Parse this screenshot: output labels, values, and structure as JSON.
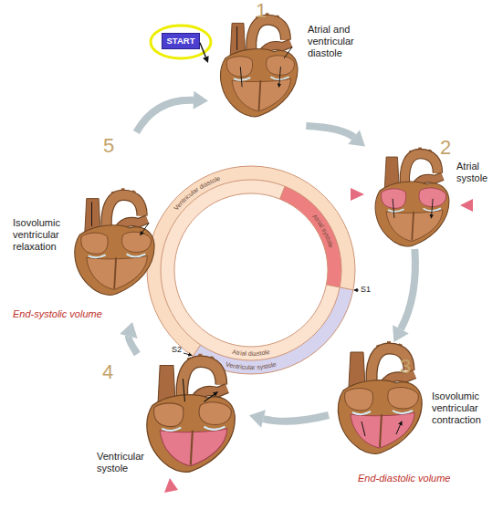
{
  "diagram": {
    "nodes": [
      {
        "text": [
          "START"
        ]
      },
      {
        "text": [
          "1",
          "Atrial and ventricular diastole"
        ]
      },
      {
        "text": [
          "2",
          "Atrial systole"
        ]
      },
      {
        "text": [
          "3",
          "Isovolumic ventricular contraction",
          "End-diastolic volume"
        ]
      },
      {
        "text": [
          "4",
          "Ventricular systole"
        ]
      },
      {
        "text": [
          "5",
          "Isovolumic ventricular relaxation",
          "End-systolic volume"
        ]
      }
    ],
    "edges": [
      {
        "from": 0,
        "to": 1,
        "arrow": "to"
      },
      {
        "from": 1,
        "to": 2,
        "arrow": "to"
      },
      {
        "from": 2,
        "to": 3,
        "arrow": "to"
      },
      {
        "from": 3,
        "to": 4,
        "arrow": "to"
      },
      {
        "from": 4,
        "to": 5,
        "arrow": "to"
      },
      {
        "from": 5,
        "to": 1,
        "arrow": "to"
      }
    ],
    "labels": [
      "Ventricular diastole",
      "Atrial systole",
      "S1",
      "S2",
      "Atrial diastole",
      "Ventricular systole"
    ]
  }
}
